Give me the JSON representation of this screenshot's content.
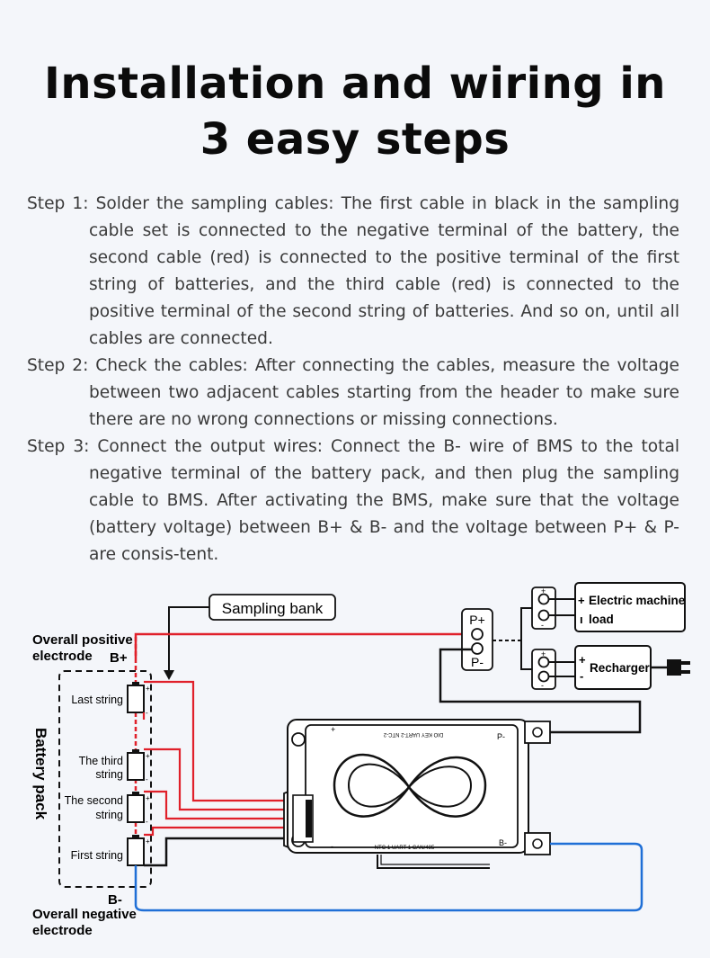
{
  "title": {
    "line1": "Installation and wiring in",
    "line2": "3 easy steps"
  },
  "steps": [
    "Step 1: Solder the sampling cables: The first cable in black in the sampling cable set is connected to the negative terminal of the battery, the second cable (red) is connected to the positive terminal of the first string of batteries, and the third cable (red) is connected to the positive terminal of the second string of batteries. And so on, until all cables are connected.",
    "Step 2: Check the cables: After connecting the cables, measure the voltage between two adjacent cables starting from the header to make sure there are no wrong connections or missing connections.",
    "Step 3: Connect the output wires: Connect the B- wire of BMS to the total negative terminal of the battery pack, and then plug the sampling cable to BMS. After activating the BMS, make sure that the voltage (battery voltage) between B+ & B- and the voltage between P+ & P- are consis-tent."
  ],
  "diagram": {
    "sampling_bank": "Sampling bank",
    "overall_positive": "Overall positive",
    "electrode": "electrode",
    "b_plus": "B+",
    "battery_pack": "Battery pack",
    "last_string": "Last string",
    "the_third": "The third",
    "the_second": "The second",
    "string": "string",
    "first_string": "First string",
    "b_minus": "B-",
    "overall_negative": "Overall negative",
    "p_plus": "P+",
    "p_minus": "P-",
    "electric_machine": "Electric machine",
    "load": "load",
    "recharger": "Recharger",
    "plus_sign": "+",
    "minus_sign": "-",
    "bms_top_labels": "DIO   KEY   UART-2  NTC-2",
    "bms_bottom_labels": "NTC-1  UART-1  CAN/485",
    "bms_p_minus": "P-",
    "bms_b_minus": "B-"
  },
  "colors": {
    "red_wire": "#e0202a",
    "blue_wire": "#1f6fd6",
    "black": "#111111"
  }
}
